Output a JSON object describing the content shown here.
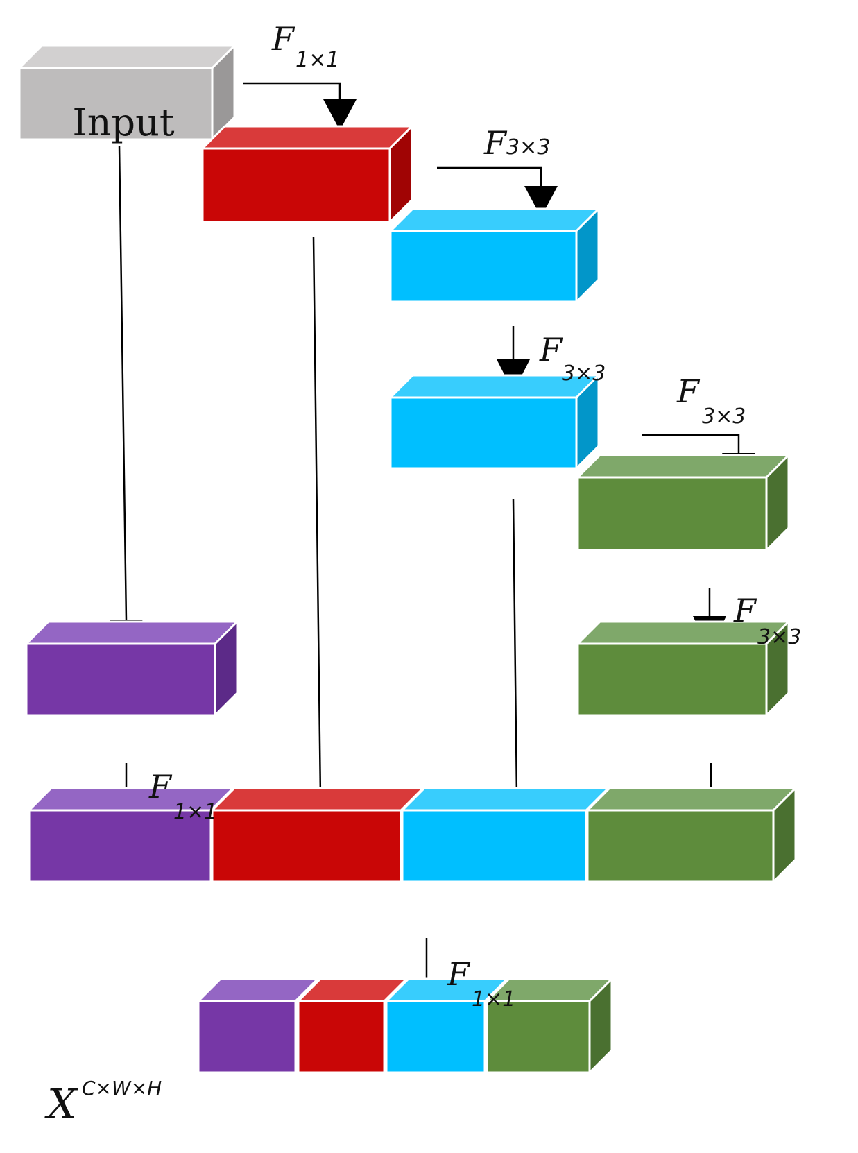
{
  "input_label": "Input",
  "filter": {
    "symbol": "F",
    "one_by_one": "1×1",
    "three_by_three": "3×3"
  },
  "output": {
    "symbol": "X",
    "superscript": "C×W×H"
  },
  "colors": {
    "input": "#bebcbc",
    "red": "#c90606",
    "cyan": "#00bfff",
    "green": "#5e8c3c",
    "purple": "#7637a6",
    "arrow": "#000000"
  }
}
